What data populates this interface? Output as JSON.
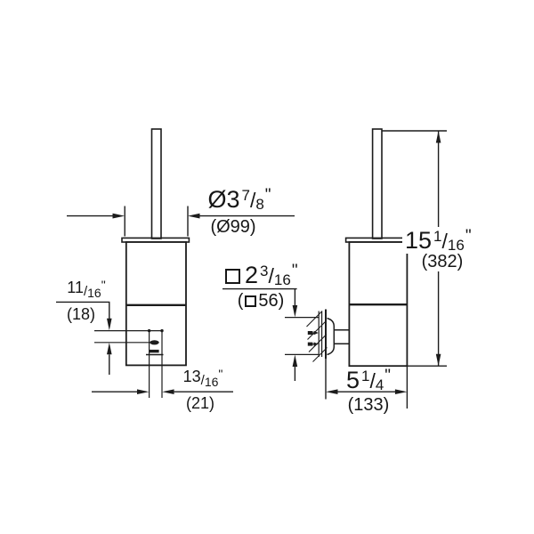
{
  "page": {
    "background": "#ffffff",
    "line_color": "#1c1c1c",
    "text_color": "#161616",
    "description": "Dimensional drawing of a wall-mounted toilet brush holder, front view and side view"
  },
  "dimensions": {
    "diameter": {
      "whole": "Ø3",
      "num": "7",
      "slash": "/",
      "den": "8",
      "quote": "\"",
      "metric": "(Ø99)"
    },
    "offset_vertical": {
      "num": "11",
      "slash": "/",
      "den": "16",
      "quote": "\"",
      "metric": "(18)"
    },
    "offset_horizontal": {
      "num": "13",
      "slash": "/",
      "den": "16",
      "quote": "\"",
      "metric": "(21)"
    },
    "plate": {
      "whole": "2",
      "num": "3",
      "slash": "/",
      "den": "16",
      "quote": "\"",
      "paren_open": "(",
      "value": "56",
      "paren_close": ")"
    },
    "height": {
      "whole": "15",
      "num": "1",
      "slash": "/",
      "den": "16",
      "quote": "\"",
      "metric": "(382)"
    },
    "depth": {
      "whole": "5",
      "num": "1",
      "slash": "/",
      "den": "4",
      "quote": "\"",
      "metric": "(133)"
    }
  }
}
